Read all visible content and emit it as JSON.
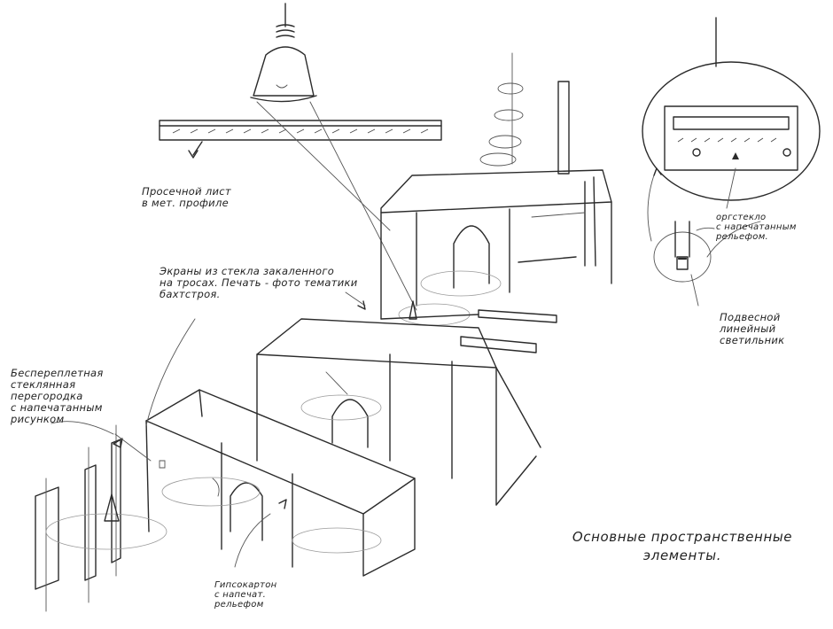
{
  "annotations": {
    "light_sheet": "Просечной лист\nв мет. профиле",
    "glass_screens": "Экраны из стекла закаленного\nна тросах. Печать - фото тематики\nбахтстроя.",
    "glass_partition": "Беспереплетная\nстеклянная\nперегородка\nс напечатанным\nрисунком",
    "plexiglass": "оргстекло\nс напечатанным\nрельефом.",
    "pendant_light": "Подвесной\nлинейный\nсветильник",
    "drywall": "Гипсокартон\nс напечат.\nрельефом"
  },
  "title": "Основные пространственные\nэлементы."
}
